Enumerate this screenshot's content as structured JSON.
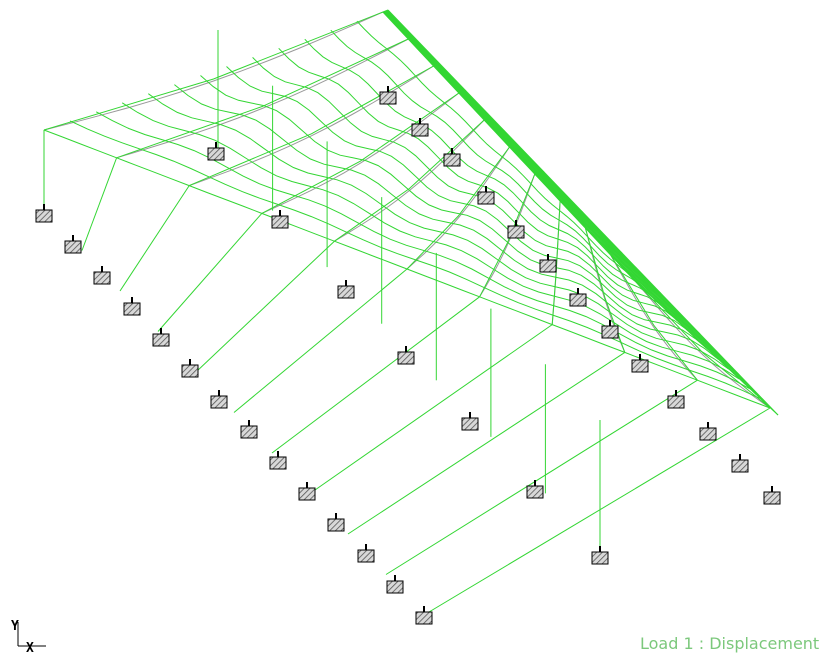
{
  "view": {
    "background": "#ffffff",
    "member_color": "#33d633",
    "deformed_color": "#999999",
    "support_fill": "#9a9a9a",
    "support_stroke": "#000000"
  },
  "axis_triad": {
    "y_label": "Y",
    "x_label": "X"
  },
  "caption": {
    "text": "Load 1 : Displacement",
    "color": "#7cc87c"
  }
}
